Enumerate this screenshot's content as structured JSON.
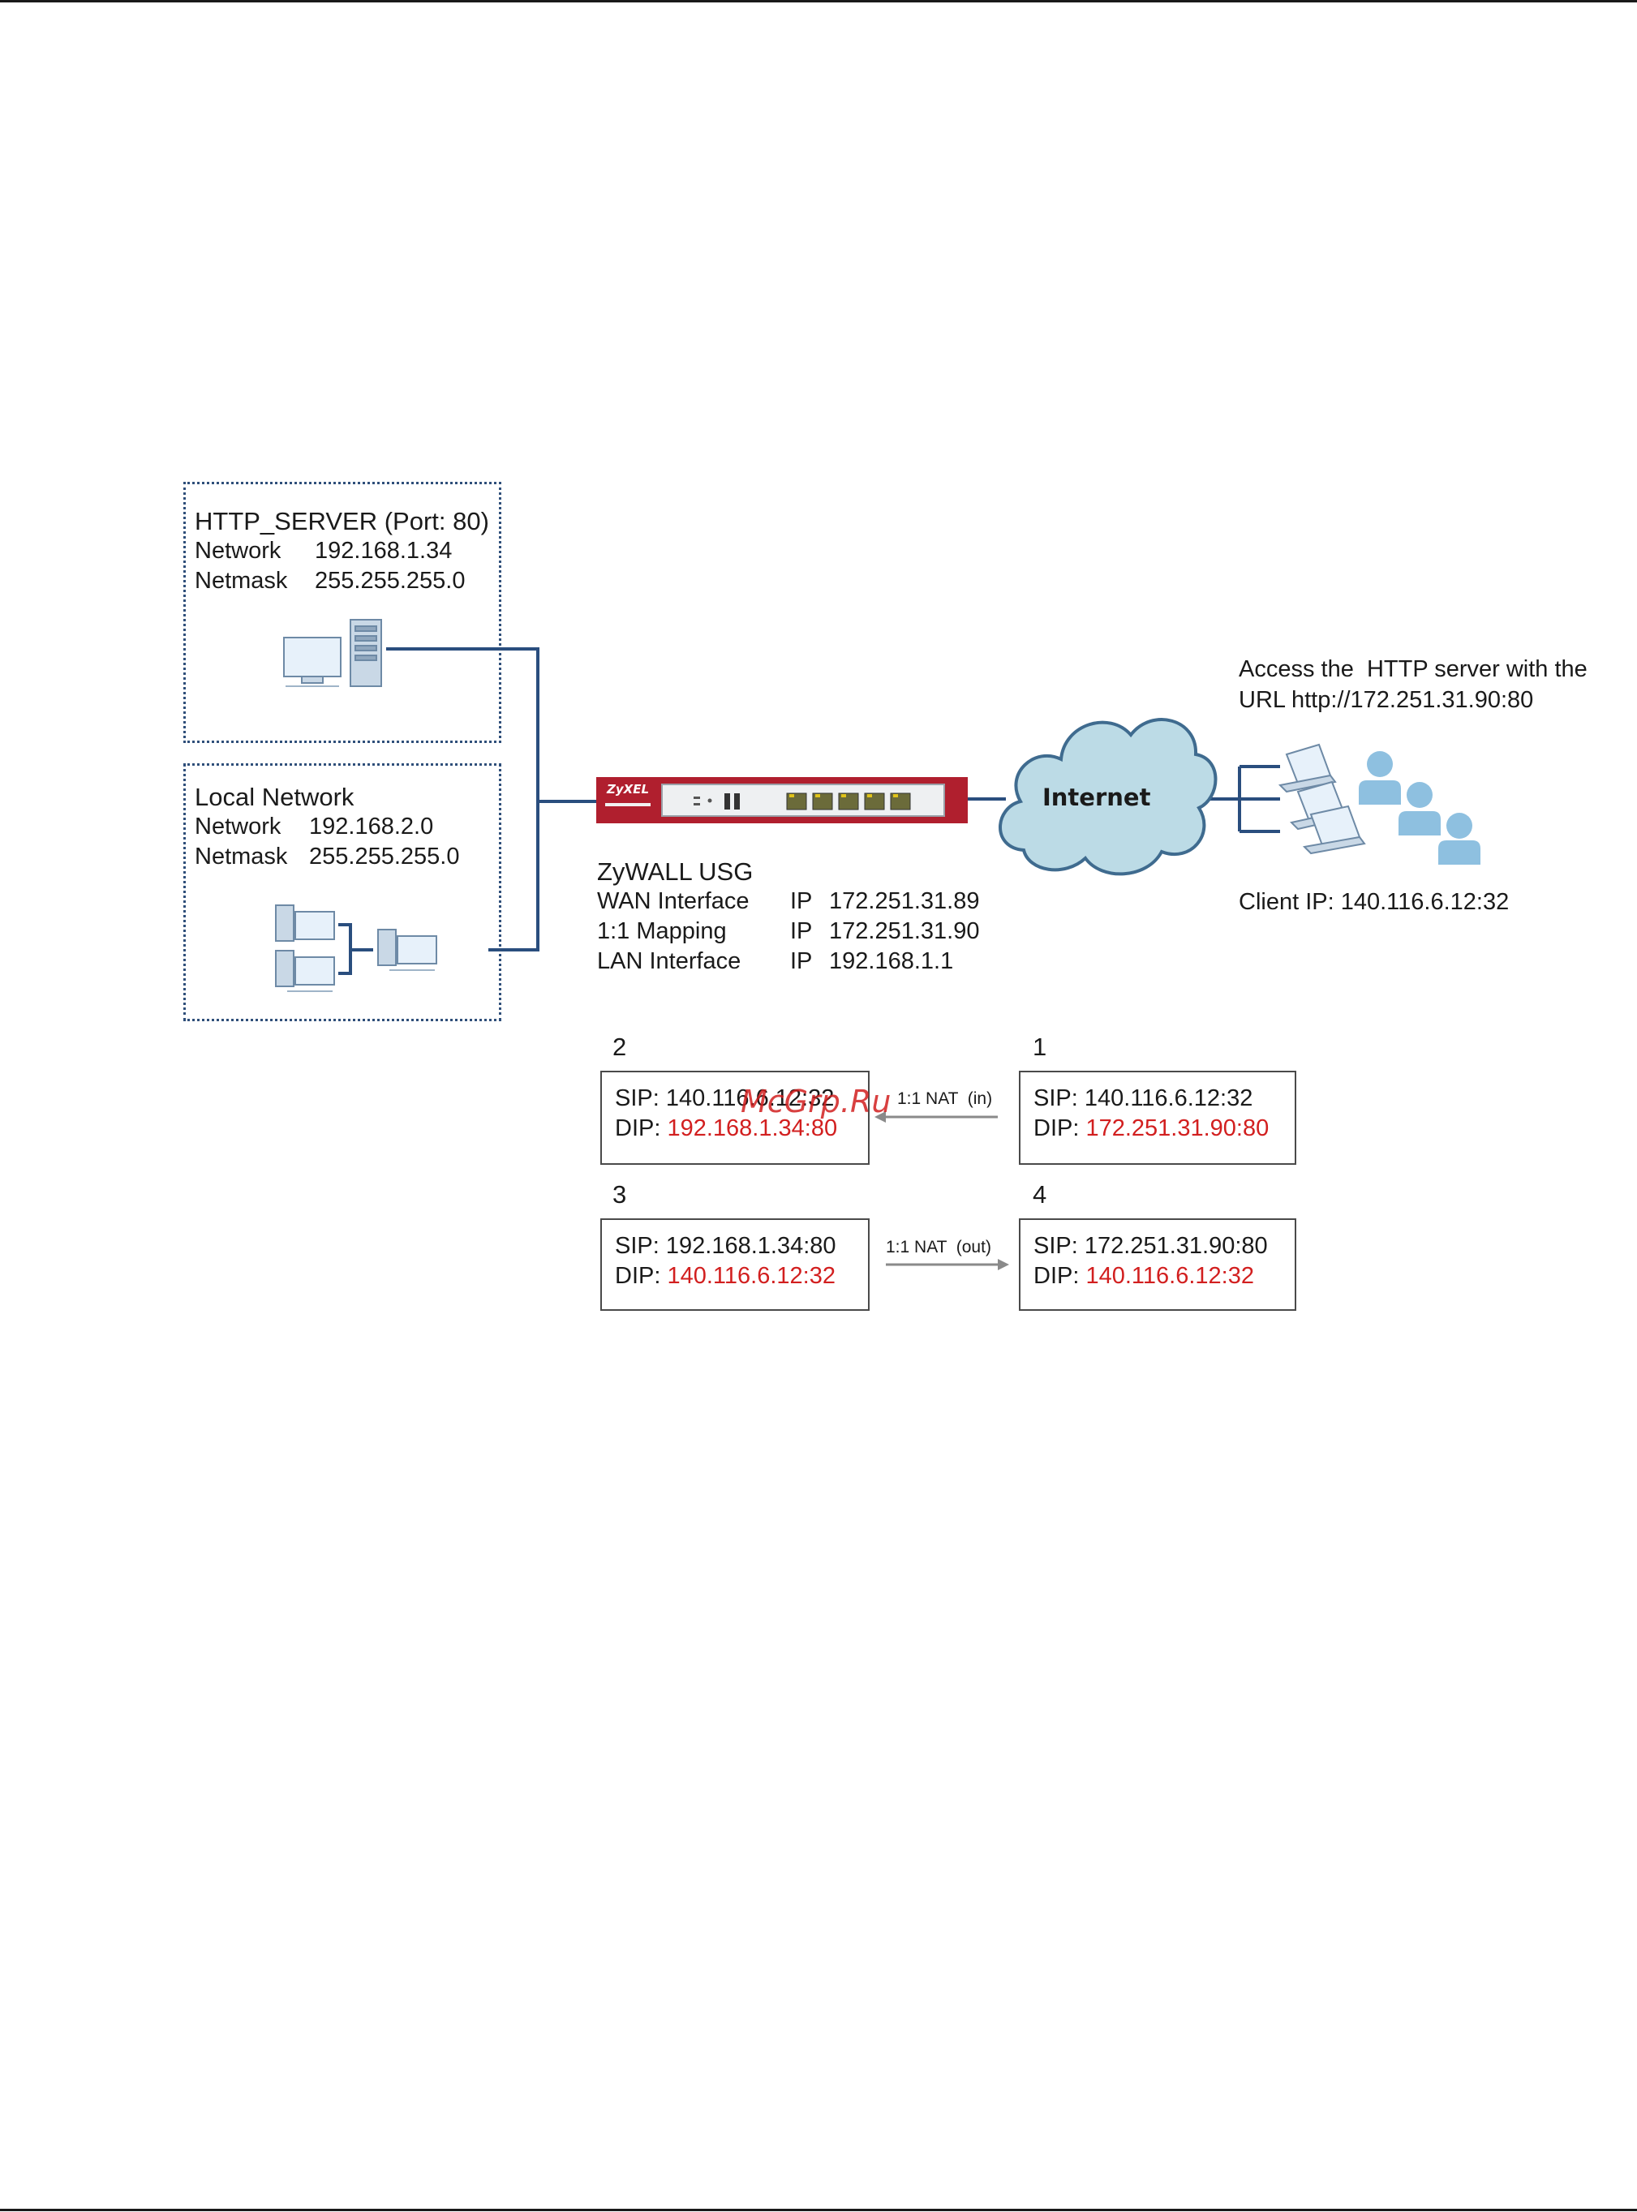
{
  "http_server": {
    "title": "HTTP_SERVER (Port: 80)",
    "network_label": "Network",
    "network_value": "192.168.1.34",
    "netmask_label": "Netmask",
    "netmask_value": "255.255.255.0"
  },
  "local_network": {
    "title": "Local Network",
    "network_label": "Network",
    "network_value": "192.168.2.0",
    "netmask_label": "Netmask",
    "netmask_value": "255.255.255.0"
  },
  "device": {
    "brand": "ZyXEL",
    "name": "ZyWALL USG",
    "rows": [
      {
        "label": "WAN Interface",
        "ip": "IP",
        "value": "172.251.31.89"
      },
      {
        "label": "1:1 Mapping",
        "ip": "IP",
        "value": "172.251.31.90"
      },
      {
        "label": "LAN Interface",
        "ip": "IP",
        "value": "192.168.1.1"
      }
    ]
  },
  "internet": {
    "label": "Internet"
  },
  "client": {
    "access_line1": "Access the  HTTP server with the",
    "access_line2": "URL http://172.251.31.90:80",
    "client_ip": "Client IP: 140.116.6.12:32"
  },
  "packets": [
    {
      "step": "2",
      "sip_label": "SIP:",
      "sip": "140.116.6.12:32",
      "dip_label": "DIP:",
      "dip": "192.168.1.34:80"
    },
    {
      "step": "1",
      "sip_label": "SIP:",
      "sip": "140.116.6.12:32",
      "dip_label": "DIP:",
      "dip": "172.251.31.90:80"
    },
    {
      "step": "3",
      "sip_label": "SIP:",
      "sip": "192.168.1.34:80",
      "dip_label": "DIP:",
      "dip": "140.116.6.12:32"
    },
    {
      "step": "4",
      "sip_label": "SIP:",
      "sip": "172.251.31.90:80",
      "dip_label": "DIP:",
      "dip": "140.116.6.12:32"
    }
  ],
  "nat_in": "1:1 NAT  (in)",
  "nat_out": "1:1 NAT  (out)",
  "watermark": "McGrp.Ru",
  "colors": {
    "line": "#2a4e7e",
    "device": "#b01f2e",
    "cloud": "#bcdbe6",
    "highlight": "#d21f1f",
    "person": "#8ec0e0"
  }
}
